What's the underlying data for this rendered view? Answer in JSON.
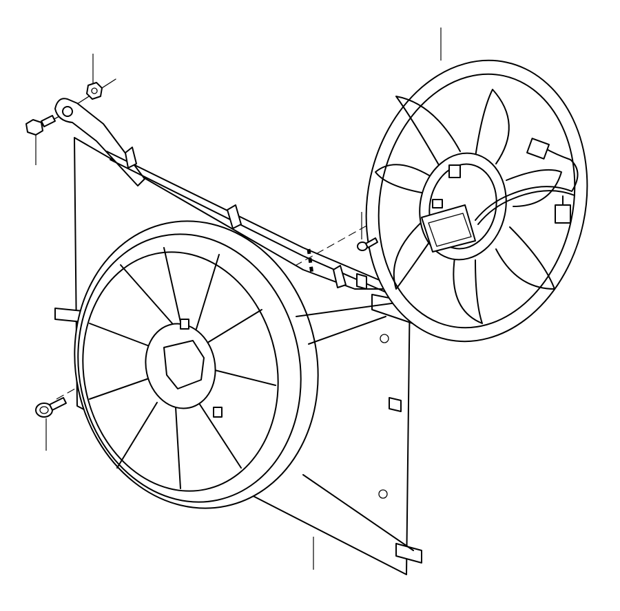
{
  "diagram": {
    "parts": [
      {
        "id": "fan-shroud",
        "icon": "fan-shroud-icon"
      },
      {
        "id": "electric-fan-motor",
        "icon": "fan-motor-icon"
      },
      {
        "id": "mounting-bolt-top",
        "icon": "bolt-icon"
      },
      {
        "id": "nut",
        "icon": "nut-icon"
      },
      {
        "id": "mounting-bolt-lower",
        "icon": "bolt-icon"
      },
      {
        "id": "screw",
        "icon": "screw-icon"
      }
    ],
    "line_color": "#000000",
    "background": "#ffffff"
  }
}
